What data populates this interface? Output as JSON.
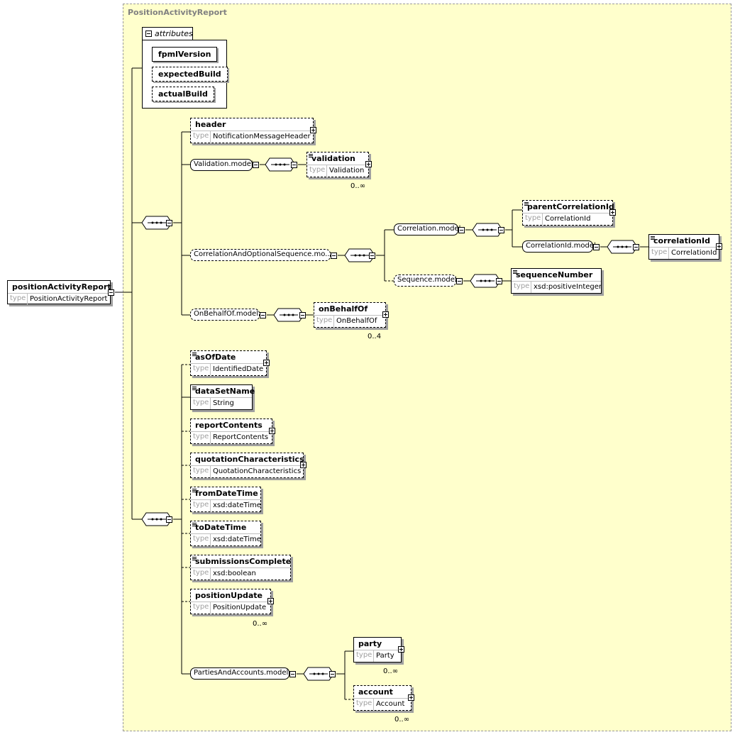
{
  "frame": {
    "title": "PositionActivityReport"
  },
  "root": {
    "name": "positionActivityReport",
    "type_key": "type",
    "type": "PositionActivityReport"
  },
  "attributes": {
    "label": "attributes",
    "items": [
      "fpmlVersion",
      "expectedBuild",
      "actualBuild"
    ]
  },
  "groups": {
    "validation_model": "Validation.model",
    "correlation_seq_model": "CorrelationAndOptionalSequence.mo...",
    "correlation_model": "Correlation.model",
    "correlationid_model": "CorrelationId.model",
    "sequence_model": "Sequence.model",
    "onbehalfof_model": "OnBehalfOf.model",
    "parties_model": "PartiesAndAccounts.model"
  },
  "elements": {
    "header": {
      "name": "header",
      "type": "NotificationMessageHeader"
    },
    "validation": {
      "name": "validation",
      "type": "Validation",
      "card": "0..∞"
    },
    "parentCorrelationId": {
      "name": "parentCorrelationId",
      "type": "CorrelationId"
    },
    "correlationId": {
      "name": "correlationId",
      "type": "CorrelationId"
    },
    "sequenceNumber": {
      "name": "sequenceNumber",
      "type": "xsd:positiveInteger"
    },
    "onBehalfOf": {
      "name": "onBehalfOf",
      "type": "OnBehalfOf",
      "card": "0..4"
    },
    "asOfDate": {
      "name": "asOfDate",
      "type": "IdentifiedDate"
    },
    "dataSetName": {
      "name": "dataSetName",
      "type": "String"
    },
    "reportContents": {
      "name": "reportContents",
      "type": "ReportContents"
    },
    "quotationCharacteristics": {
      "name": "quotationCharacteristics",
      "type": "QuotationCharacteristics"
    },
    "fromDateTime": {
      "name": "fromDateTime",
      "type": "xsd:dateTime"
    },
    "toDateTime": {
      "name": "toDateTime",
      "type": "xsd:dateTime"
    },
    "submissionsComplete": {
      "name": "submissionsComplete",
      "type": "xsd:boolean"
    },
    "positionUpdate": {
      "name": "positionUpdate",
      "type": "PositionUpdate",
      "card": "0..∞"
    },
    "party": {
      "name": "party",
      "type": "Party",
      "card": "0..∞"
    },
    "account": {
      "name": "account",
      "type": "Account",
      "card": "0..∞"
    }
  },
  "type_key": "type"
}
